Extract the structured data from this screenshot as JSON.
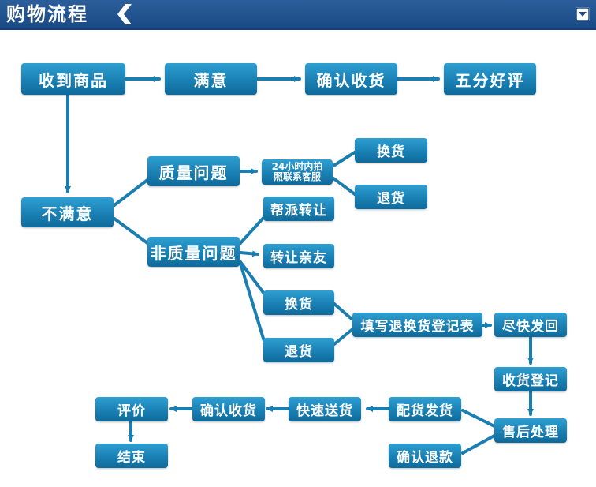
{
  "header": {
    "title": "购物流程",
    "accent_color": "#1a4a85",
    "collapse_icon": "collapse-down-icon"
  },
  "nodes": {
    "received": "收到商品",
    "satisfied": "满意",
    "confirm_receipt": "确认收货",
    "five_star": "五分好评",
    "unsatisfied": "不满意",
    "quality_issue": "质量问题",
    "contact_line1": "24小时内拍",
    "contact_line2": "照联系客服",
    "exchange_q": "换货",
    "return_q": "退货",
    "help_transfer": "帮派转让",
    "non_quality_issue": "非质量问题",
    "transfer_friends": "转让亲友",
    "exchange_nq": "换货",
    "return_nq": "退货",
    "fill_form": "填写退换货登记表",
    "send_back": "尽快发回",
    "register_receipt": "收货登记",
    "after_sales": "售后处理",
    "ship_replacement": "配货发货",
    "fast_delivery": "快速送货",
    "confirm_receipt2": "确认收货",
    "review": "评价",
    "end": "结束",
    "confirm_refund": "确认退款"
  }
}
